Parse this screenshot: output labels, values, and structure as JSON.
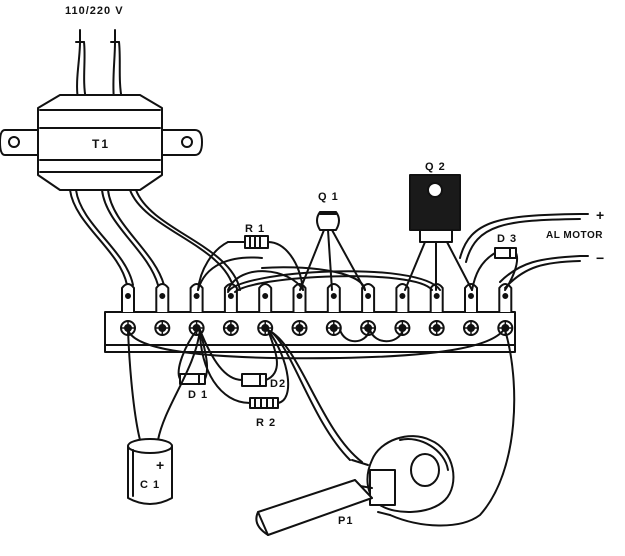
{
  "labels": {
    "mains_voltage": "110/220 V",
    "transformer": "T1",
    "resistor_1": "R 1",
    "transistor_1": "Q 1",
    "transistor_2": "Q 2",
    "diode_3": "D 3",
    "motor_label": "AL MOTOR",
    "motor_plus": "+",
    "motor_minus": "−",
    "diode_1": "D 1",
    "diode_2": "D2",
    "resistor_2": "R 2",
    "capacitor_1": "C 1",
    "capacitor_polarity": "+",
    "potentiometer": "P1"
  },
  "terminal_strip": {
    "lug_count": 12
  },
  "colors": {
    "ink": "#111111",
    "paper": "#ffffff",
    "heatsink": "#1a1a1a"
  }
}
